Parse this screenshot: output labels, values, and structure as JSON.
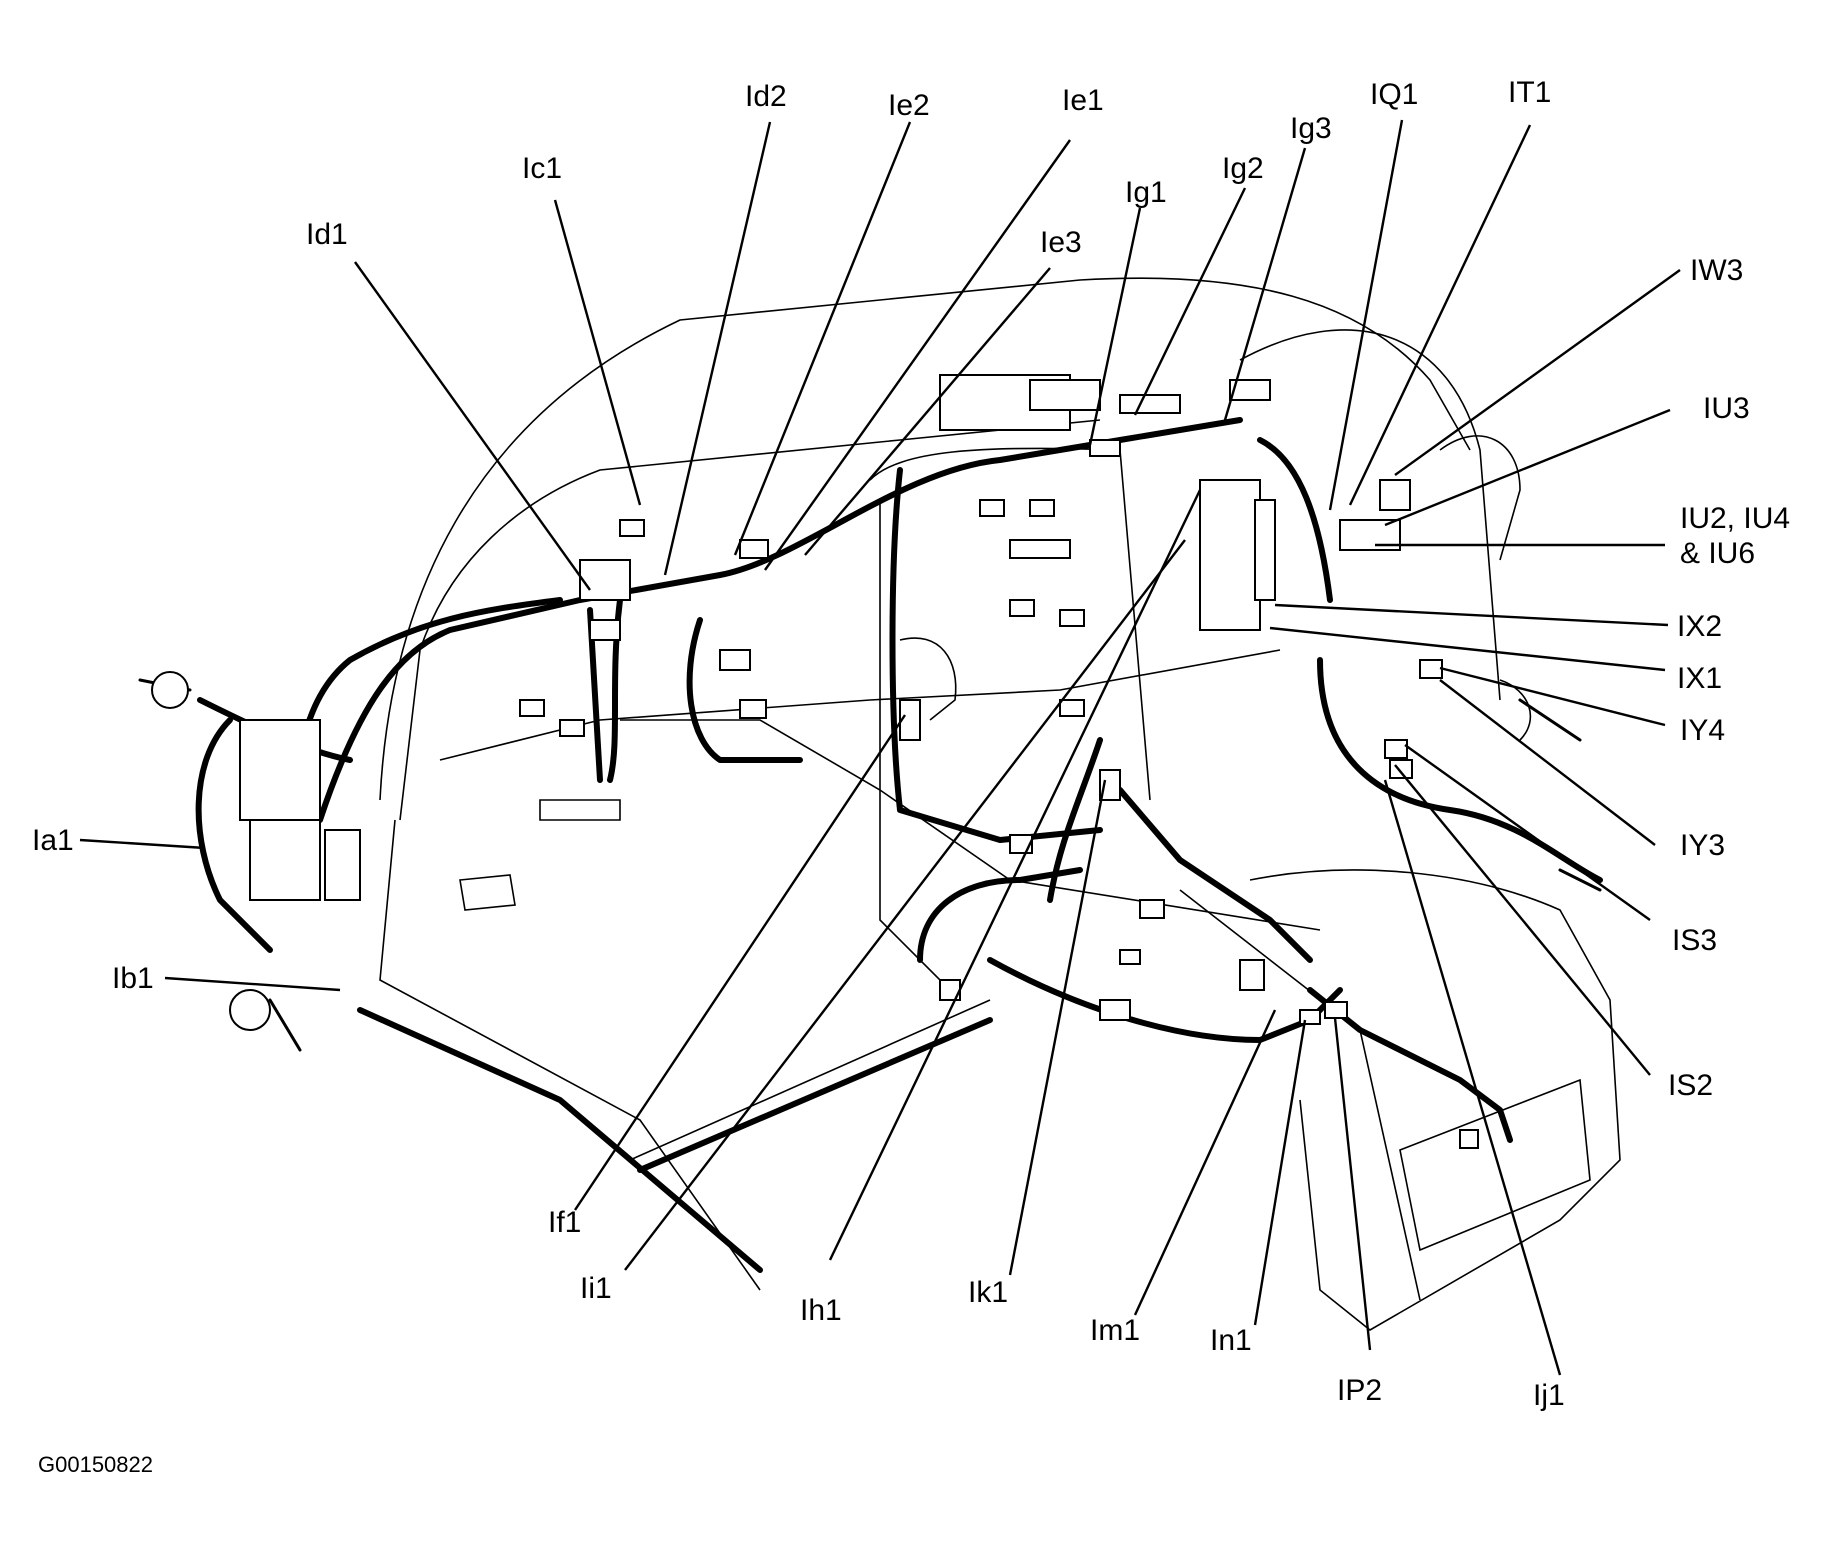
{
  "diagram": {
    "code": "G00150822",
    "callouts": [
      {
        "id": "Ia1",
        "label": "Ia1"
      },
      {
        "id": "Ib1",
        "label": "Ib1"
      },
      {
        "id": "Ic1",
        "label": "Ic1"
      },
      {
        "id": "Id1",
        "label": "Id1"
      },
      {
        "id": "Id2",
        "label": "Id2"
      },
      {
        "id": "Ie1",
        "label": "Ie1"
      },
      {
        "id": "Ie2",
        "label": "Ie2"
      },
      {
        "id": "Ie3",
        "label": "Ie3"
      },
      {
        "id": "If1",
        "label": "If1"
      },
      {
        "id": "Ig1",
        "label": "Ig1"
      },
      {
        "id": "Ig2",
        "label": "Ig2"
      },
      {
        "id": "Ig3",
        "label": "Ig3"
      },
      {
        "id": "Ih1",
        "label": "Ih1"
      },
      {
        "id": "Ii1",
        "label": "Ii1"
      },
      {
        "id": "Ij1",
        "label": "Ij1"
      },
      {
        "id": "Ik1",
        "label": "Ik1"
      },
      {
        "id": "Im1",
        "label": "Im1"
      },
      {
        "id": "In1",
        "label": "In1"
      },
      {
        "id": "IP2",
        "label": "IP2"
      },
      {
        "id": "IQ1",
        "label": "IQ1"
      },
      {
        "id": "IS2",
        "label": "IS2"
      },
      {
        "id": "IS3",
        "label": "IS3"
      },
      {
        "id": "IT1",
        "label": "IT1"
      },
      {
        "id": "IU2",
        "label": "IU2, IU4"
      },
      {
        "id": "IU6",
        "label": "& IU6"
      },
      {
        "id": "IU3",
        "label": "IU3"
      },
      {
        "id": "IW3",
        "label": "IW3"
      },
      {
        "id": "IX1",
        "label": "IX1"
      },
      {
        "id": "IX2",
        "label": "IX2"
      },
      {
        "id": "IY3",
        "label": "IY3"
      },
      {
        "id": "IY4",
        "label": "IY4"
      }
    ]
  }
}
